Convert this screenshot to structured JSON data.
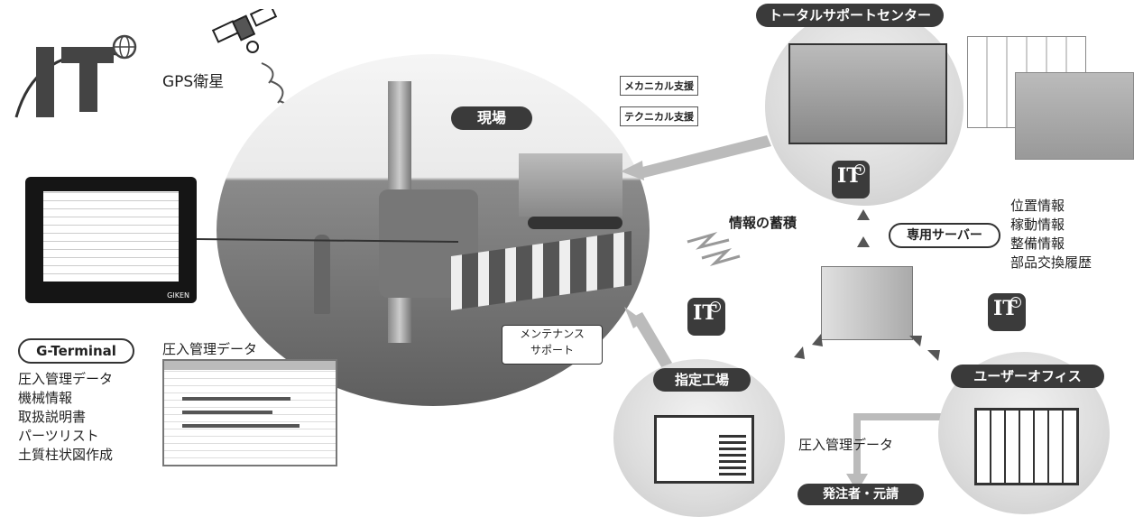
{
  "logo": {
    "text": "IT"
  },
  "labels": {
    "gps": "GPS衛星",
    "site": "現場",
    "mechanical": "メカニカル支援",
    "technical": "テクニカル支援",
    "support_center": "トータルサポートセンター",
    "accumulation": "情報の蓄積",
    "server": "専用サーバー",
    "maintenance_l1": "メンテナンス",
    "maintenance_l2": "サポート",
    "factory": "指定工場",
    "user_office": "ユーザーオフィス",
    "press_data": "圧入管理データ",
    "orderer": "発注者・元請",
    "g_terminal": "G-Terminal",
    "screen_title": "圧入管理データ",
    "giken": "GIKEN"
  },
  "server_info": [
    "位置情報",
    "稼動情報",
    "整備情報",
    "部品交換履歴"
  ],
  "terminal_info": [
    "圧入管理データ",
    "機械情報",
    "取扱説明書",
    "パーツリスト",
    "土質柱状図作成"
  ]
}
